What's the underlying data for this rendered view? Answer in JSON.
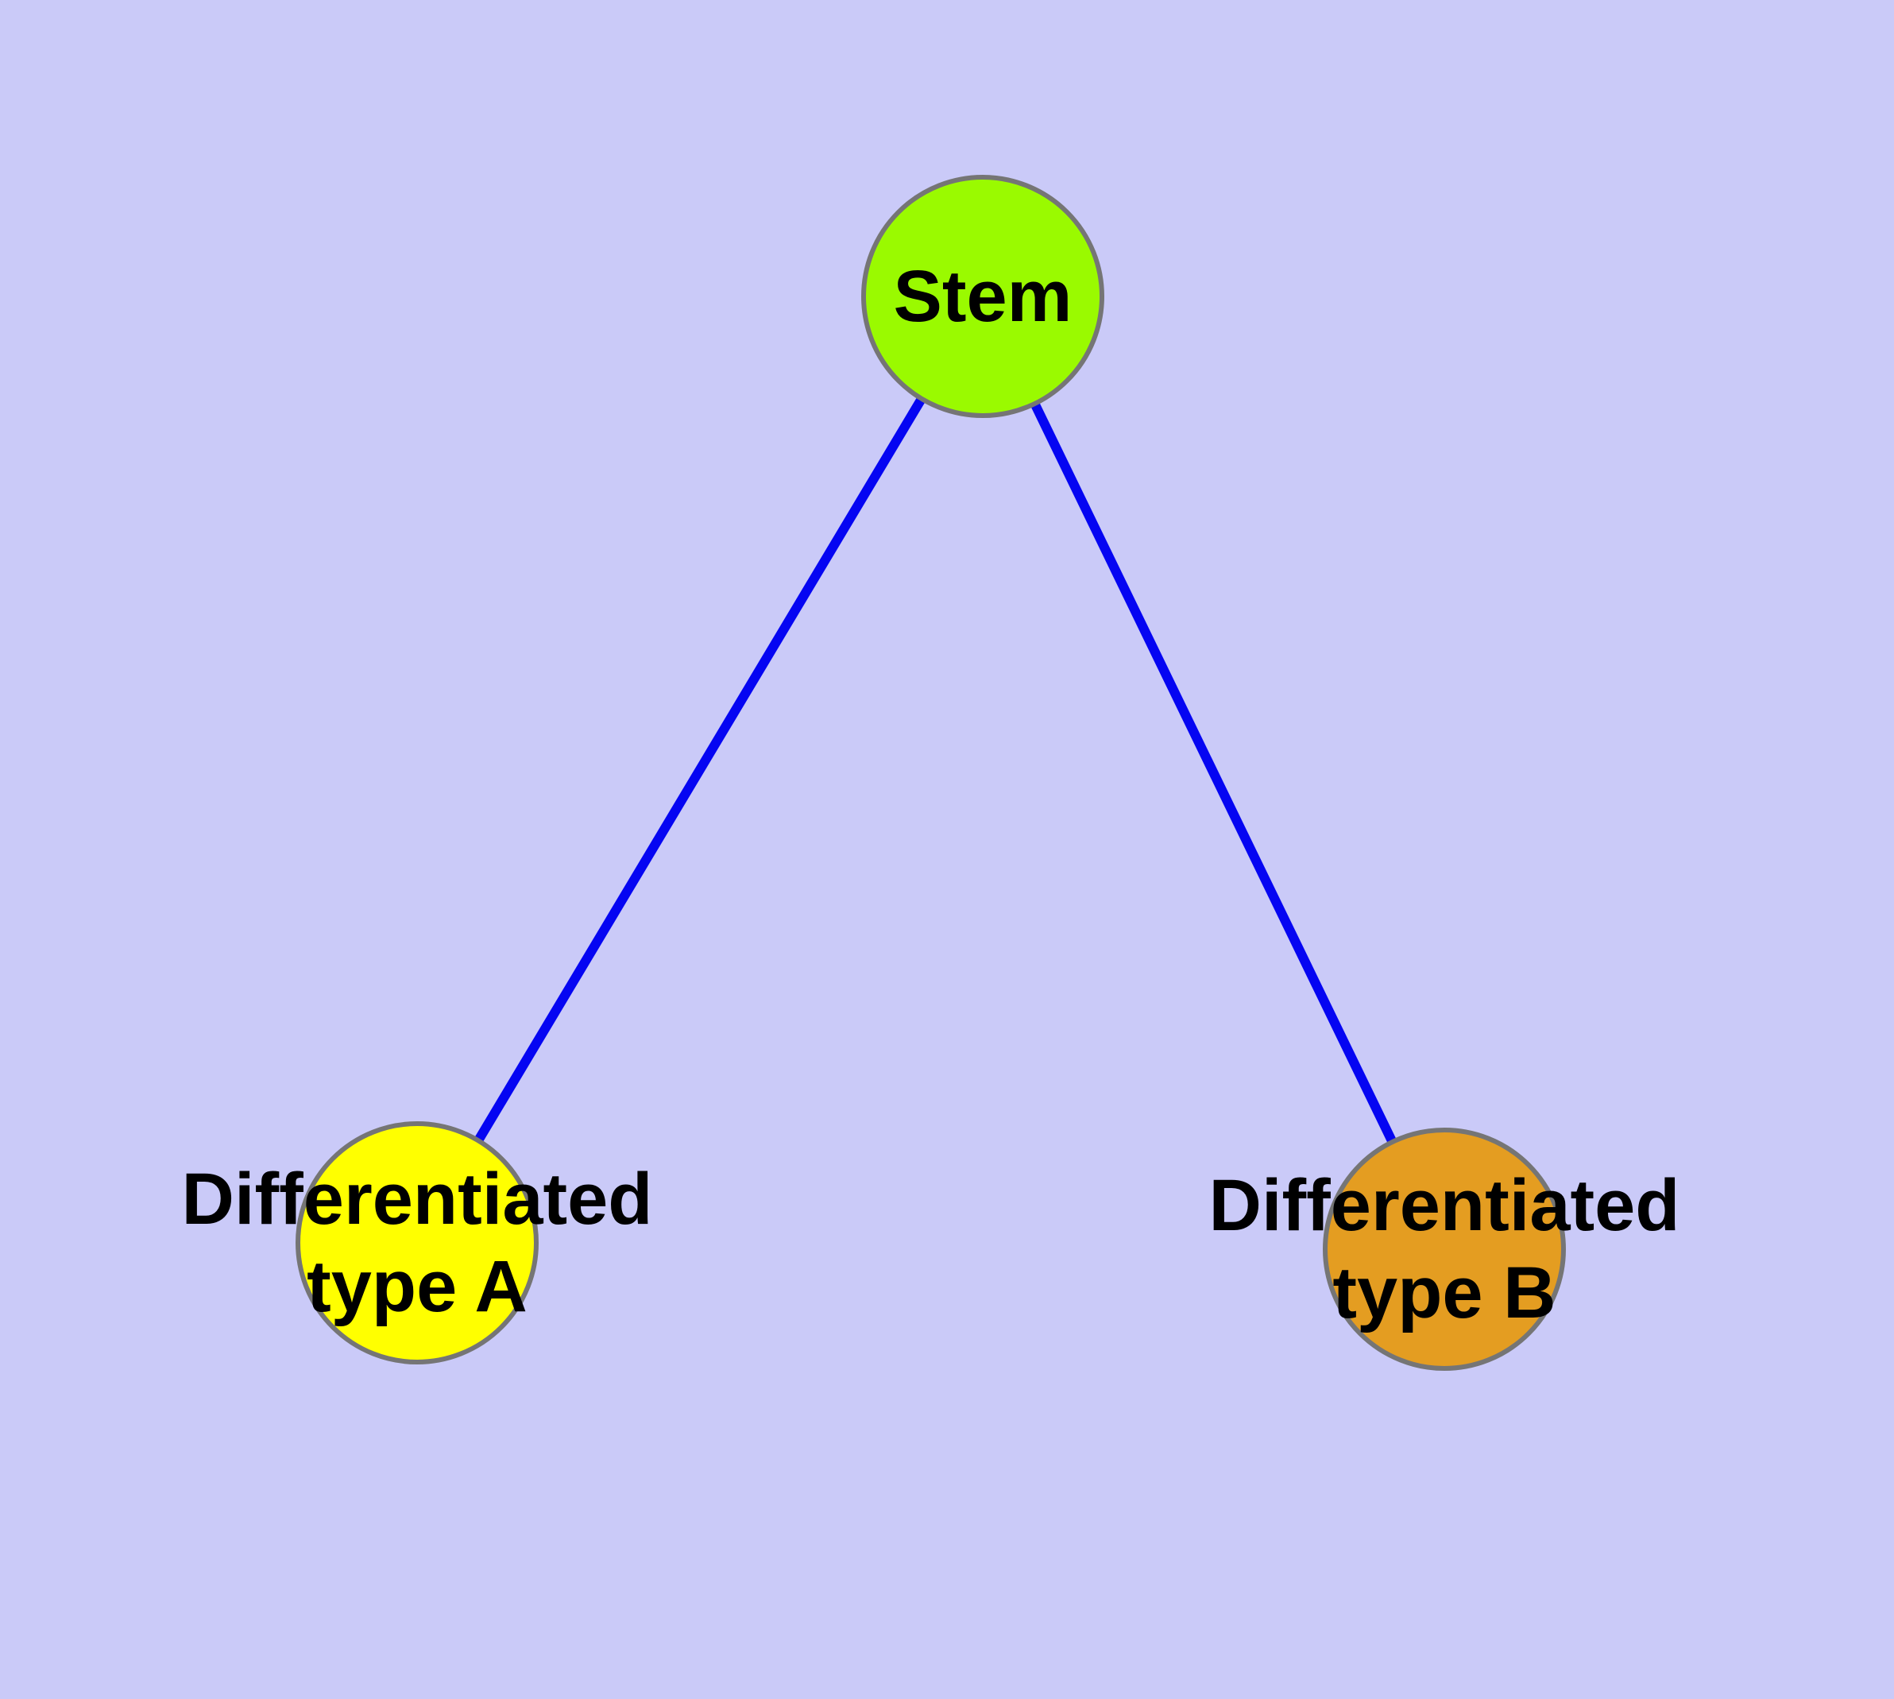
{
  "diagram": {
    "type": "node-link-graph",
    "background_color": "#CACAF8",
    "edge_color": "#0505F2",
    "node_border_color": "#757575",
    "label_color": "#000000",
    "nodes": [
      {
        "id": "stem",
        "label": "Stem",
        "lines": [
          "Stem"
        ],
        "fill": "#9AFA00"
      },
      {
        "id": "differentiated-type-a",
        "label": "Differentiated type A",
        "lines": [
          "Differentiated",
          "type A"
        ],
        "fill": "#FFFF00"
      },
      {
        "id": "differentiated-type-b",
        "label": "Differentiated type B",
        "lines": [
          "Differentiated",
          "type B"
        ],
        "fill": "#E49D21"
      }
    ],
    "edges": [
      {
        "from": "stem",
        "to": "differentiated-type-a"
      },
      {
        "from": "stem",
        "to": "differentiated-type-b"
      }
    ]
  }
}
